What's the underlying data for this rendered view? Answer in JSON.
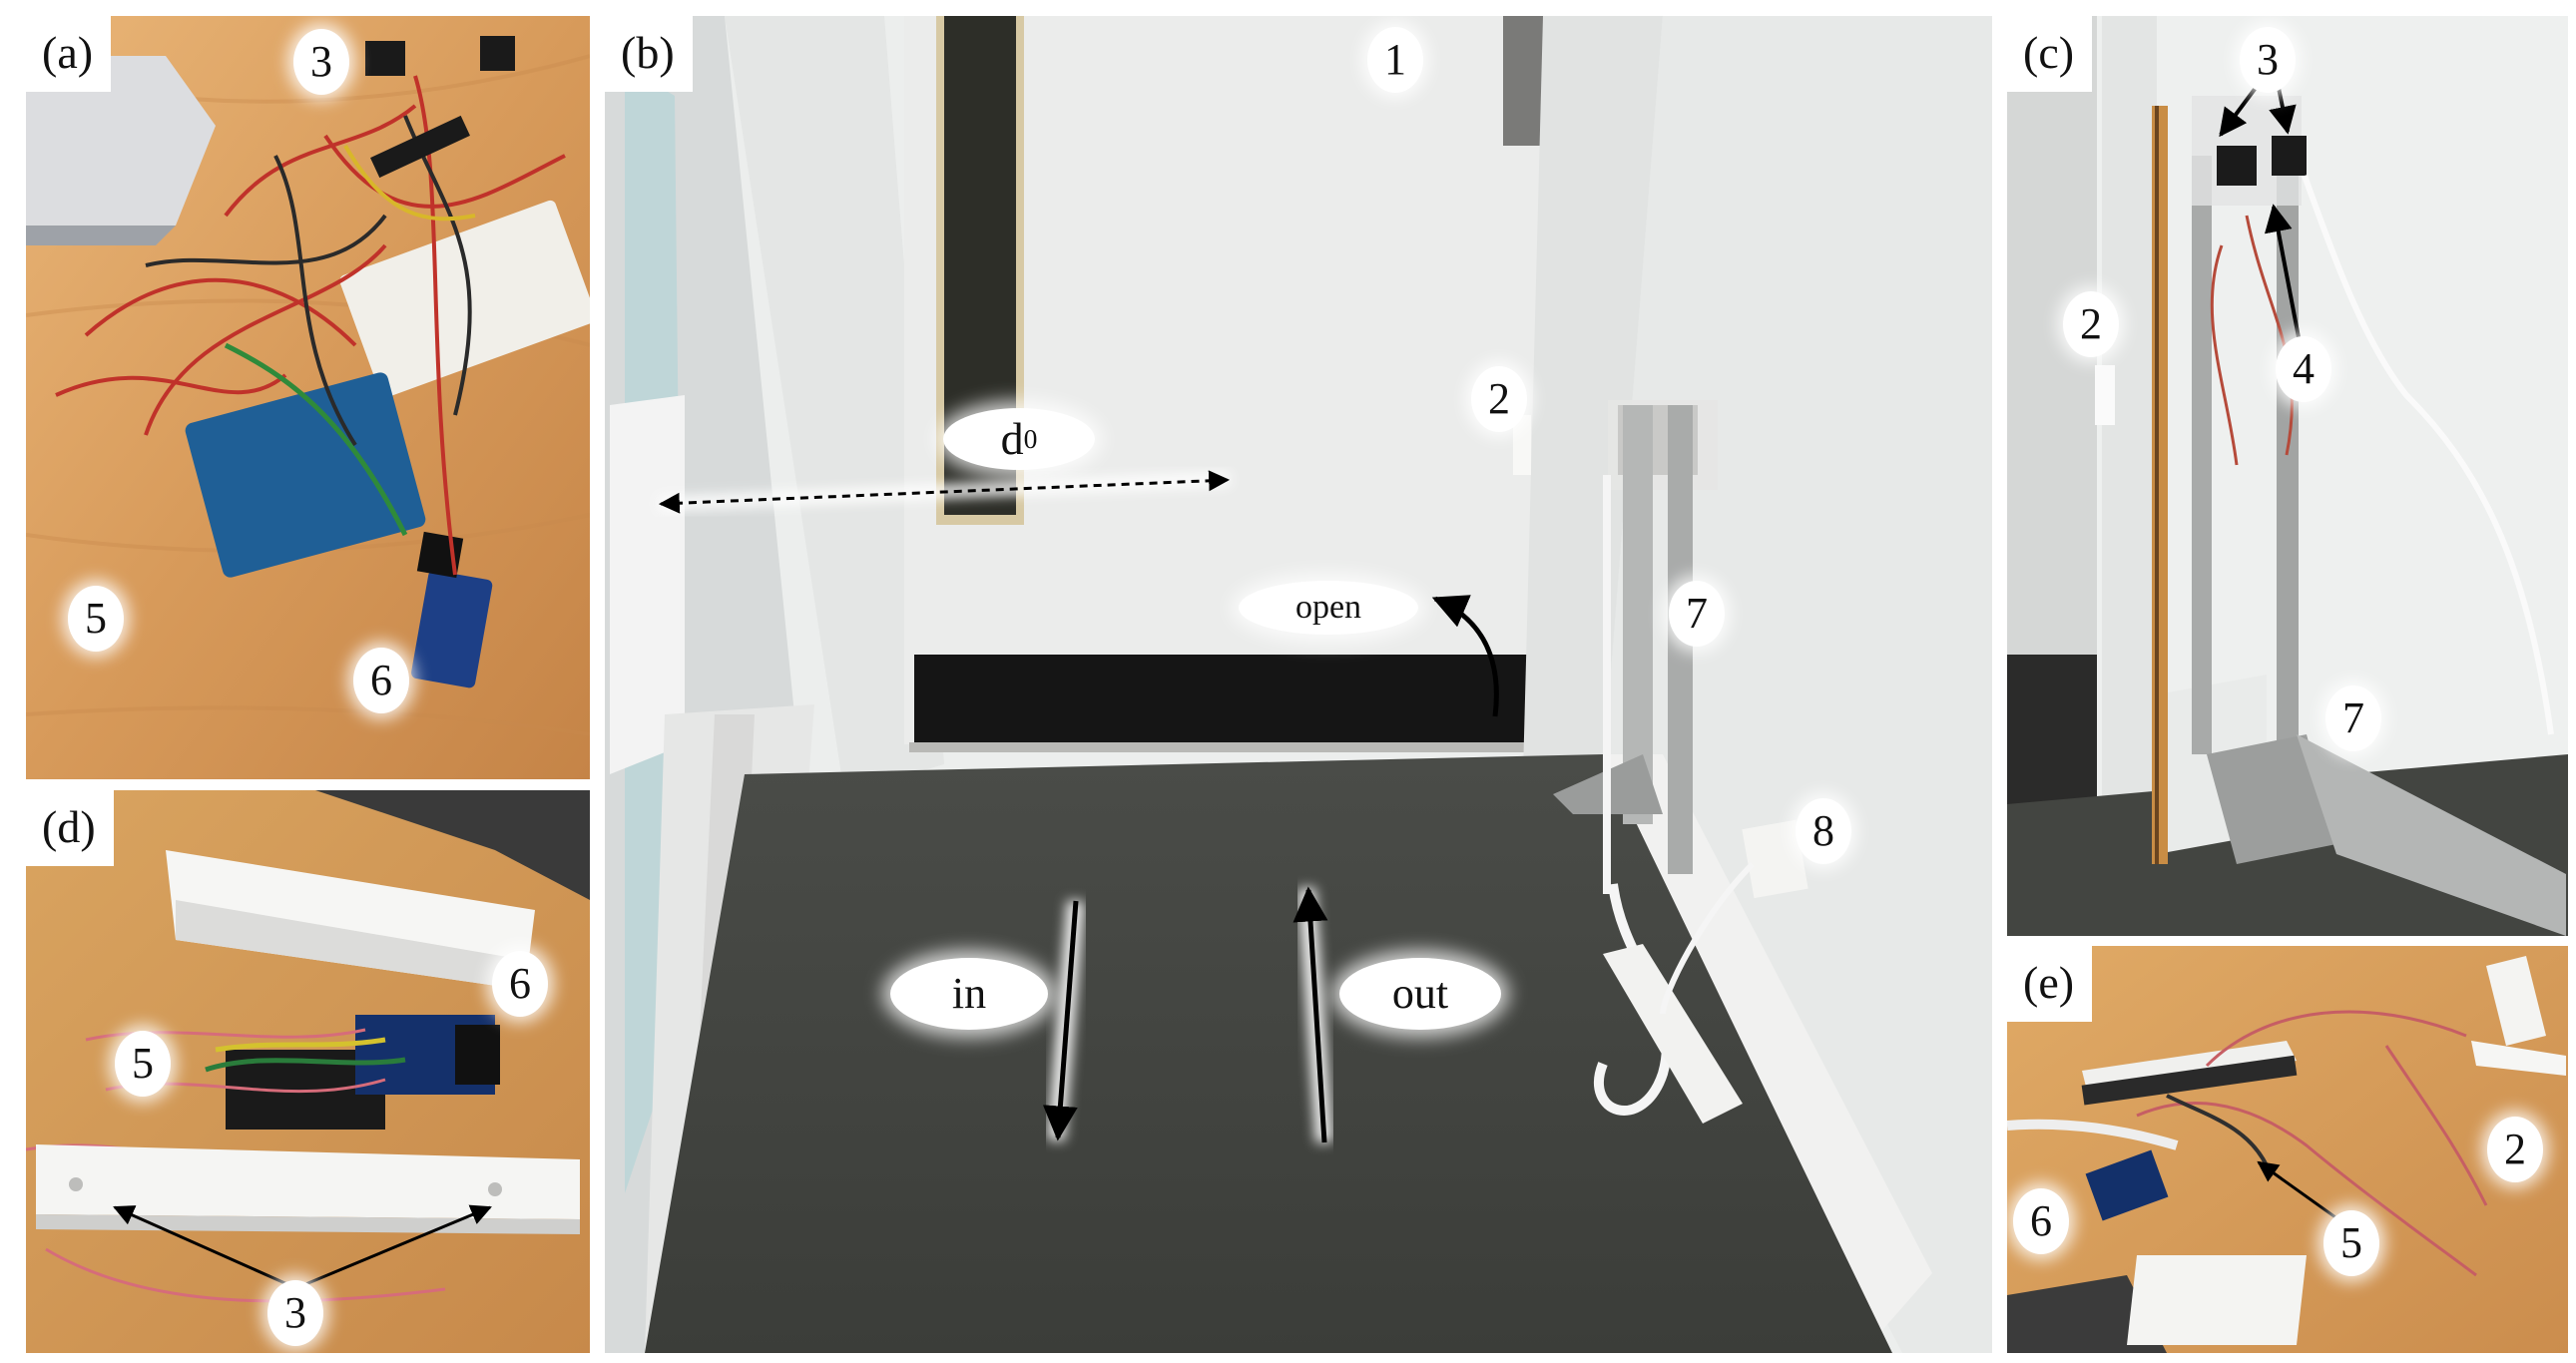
{
  "panels": {
    "a": {
      "label": "(a)",
      "markers": [
        "3",
        "5",
        "6"
      ]
    },
    "b": {
      "label": "(b)",
      "markers": [
        "1",
        "2",
        "7",
        "8"
      ],
      "d0_base": "d",
      "d0_sub": "0",
      "open": "open",
      "in": "in",
      "out": "out"
    },
    "c": {
      "label": "(c)",
      "markers": [
        "3",
        "2",
        "4",
        "7"
      ]
    },
    "d": {
      "label": "(d)",
      "markers": [
        "6",
        "5",
        "3"
      ]
    },
    "e": {
      "label": "(e)",
      "markers": [
        "2",
        "6",
        "5"
      ]
    }
  }
}
